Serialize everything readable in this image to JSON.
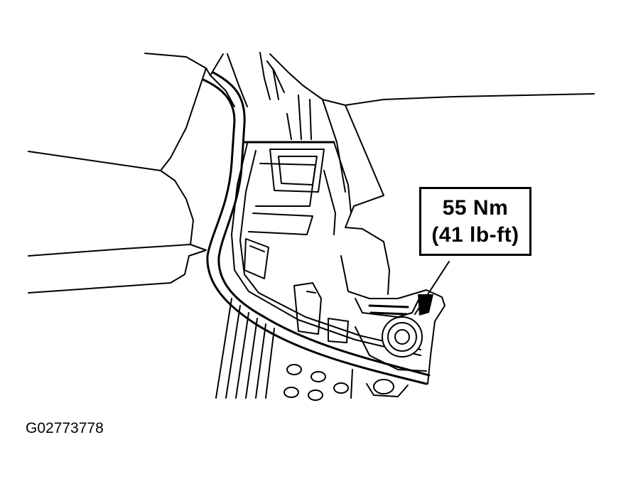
{
  "callout": {
    "torque_nm": "55 Nm",
    "torque_lbft": "(41 lb-ft)"
  },
  "figure_id": "G02773778",
  "colors": {
    "line": "#000000",
    "background": "#ffffff"
  }
}
